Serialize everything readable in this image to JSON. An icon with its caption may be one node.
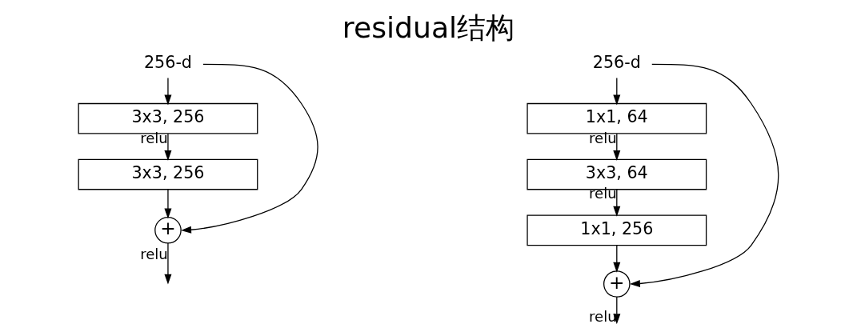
{
  "diagram": {
    "title": "residual结构",
    "nodes": [
      {
        "text": [
          "256-d"
        ]
      },
      {
        "text": [
          "3x3, 256"
        ]
      },
      {
        "text": [
          "3x3, 256"
        ]
      },
      {
        "text": [
          "+"
        ]
      },
      {
        "text": [
          "256-d"
        ]
      },
      {
        "text": [
          "1x1, 64"
        ]
      },
      {
        "text": [
          "3x3, 64"
        ]
      },
      {
        "text": [
          "1x1, 256"
        ]
      },
      {
        "text": [
          "+"
        ]
      }
    ],
    "edges": [
      {
        "from": 0,
        "to": 1,
        "arrow": "to"
      },
      {
        "from": 1,
        "to": 2,
        "arrow": "to",
        "label": "relu"
      },
      {
        "from": 2,
        "to": 3,
        "arrow": "to"
      },
      {
        "from": 0,
        "to": 3,
        "arrow": "to"
      },
      {
        "from": 3,
        "to": null,
        "arrow": "to",
        "label": "relu"
      },
      {
        "from": 4,
        "to": 5,
        "arrow": "to"
      },
      {
        "from": 5,
        "to": 6,
        "arrow": "to",
        "label": "relu"
      },
      {
        "from": 6,
        "to": 7,
        "arrow": "to",
        "label": "relu"
      },
      {
        "from": 7,
        "to": 8,
        "arrow": "to"
      },
      {
        "from": 4,
        "to": 8,
        "arrow": "to"
      },
      {
        "from": 8,
        "to": null,
        "arrow": "to",
        "label": "relu"
      }
    ]
  }
}
